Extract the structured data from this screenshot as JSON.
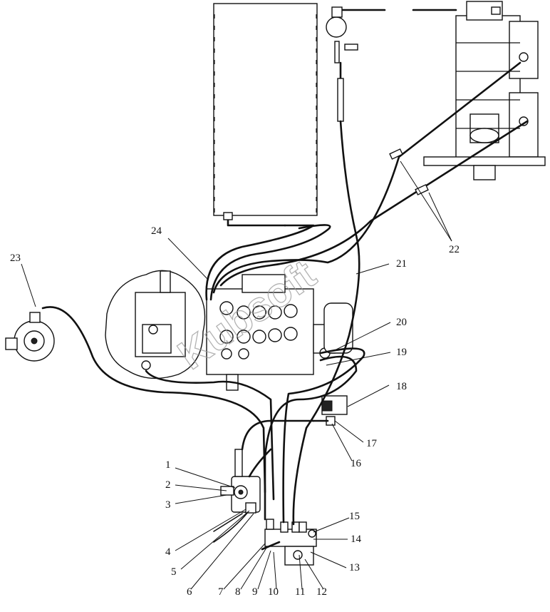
{
  "watermark": "Kubsoft",
  "callouts": [
    "1",
    "2",
    "3",
    "4",
    "5",
    "6",
    "7",
    "8",
    "9",
    "10",
    "11",
    "12",
    "13",
    "14",
    "15",
    "16",
    "17",
    "18",
    "19",
    "20",
    "21",
    "22",
    "23",
    "24"
  ]
}
